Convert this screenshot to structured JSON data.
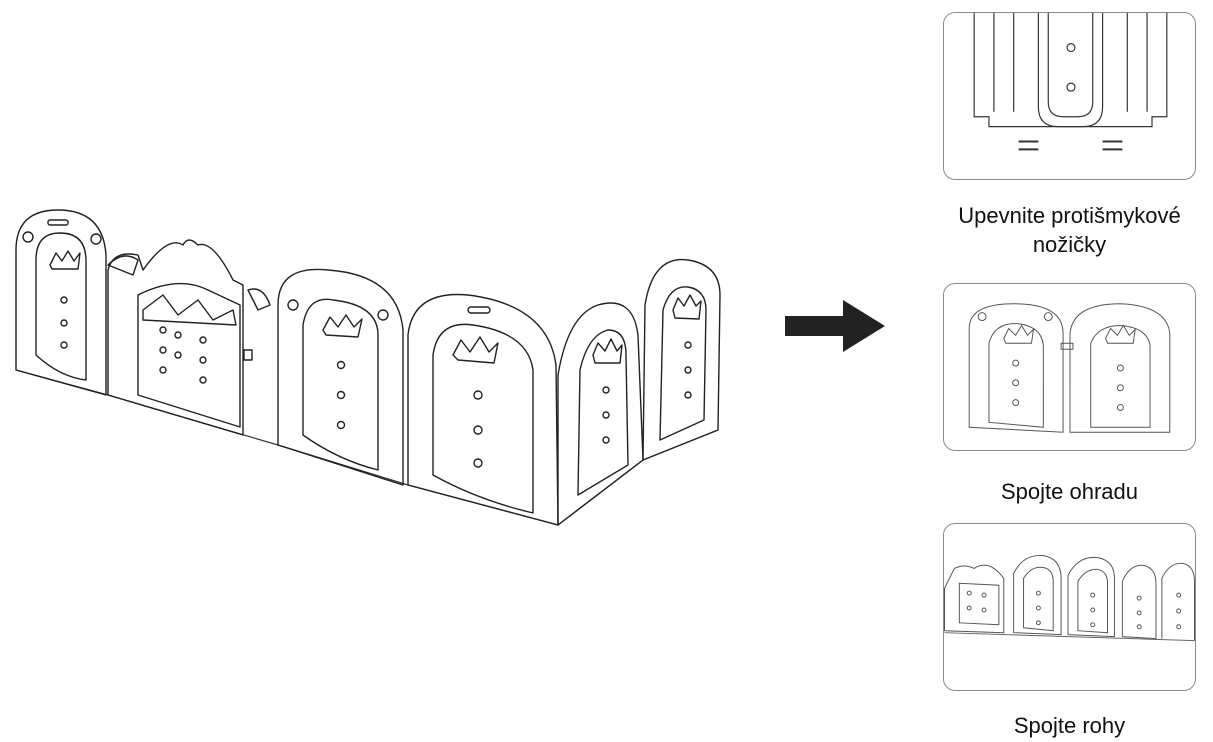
{
  "steps": [
    {
      "caption_line1": "Upevnite protišmykové",
      "caption_line2": "nožičky"
    },
    {
      "caption_line1": "Spojte ohradu"
    },
    {
      "caption_line1": "Spojte rohy"
    }
  ],
  "arrow": {
    "color": "#222222",
    "icon": "right-arrow-icon"
  }
}
